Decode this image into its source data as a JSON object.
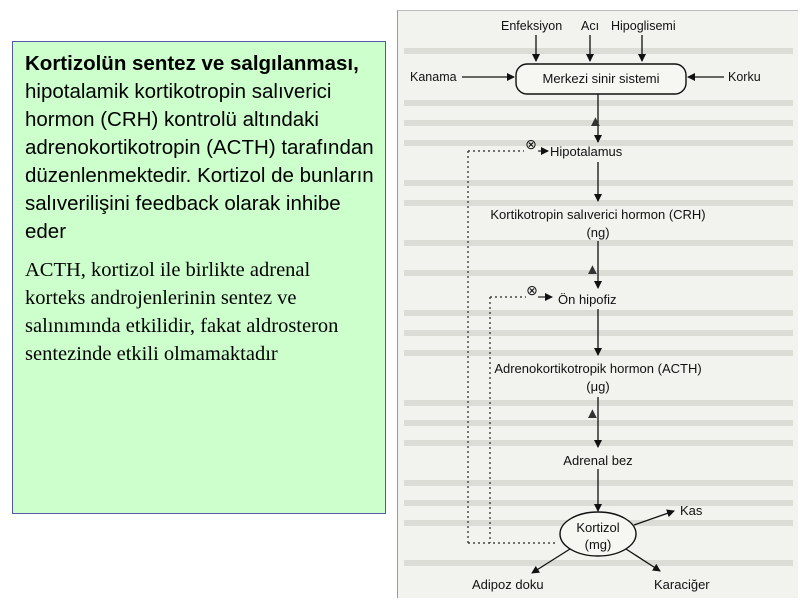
{
  "text_panel": {
    "para1_bold": "Kortizolün sentez ve salgılanması,",
    "para1_rest": " hipotalamik kortikotropin salıverici hormon (CRH) kontrolü altındaki adrenokortikotropin (ACTH) tarafından düzenlenmektedir. Kortizol de bunların salıverilişini feedback olarak inhibe eder",
    "para2": "ACTH, kortizol ile birlikte adrenal korteks androjenlerinin sentez ve salınımında etkilidir, fakat aldrosteron sentezinde etkili olmamaktadır"
  },
  "diagram": {
    "top_inputs": [
      "Enfeksiyon",
      "Acı",
      "Hipoglisemi"
    ],
    "left_input": "Kanama",
    "right_input": "Korku",
    "cns": "Merkezi sinir sistemi",
    "hypothalamus": "Hipotalamus",
    "crh": "Kortikotropin salıverici hormon (CRH)",
    "crh_unit": "(ng)",
    "pituitary": "Ön hipofiz",
    "acth": "Adrenokortikotropik hormon (ACTH)",
    "acth_unit": "(μg)",
    "adrenal": "Adrenal bez",
    "cortisol": "Kortizol",
    "cortisol_unit": "(mg)",
    "targets": [
      "Kas",
      "Adipoz doku",
      "Karaciğer"
    ],
    "inhibit_symbol": "⊗",
    "stimulate_symbol": "▲"
  }
}
